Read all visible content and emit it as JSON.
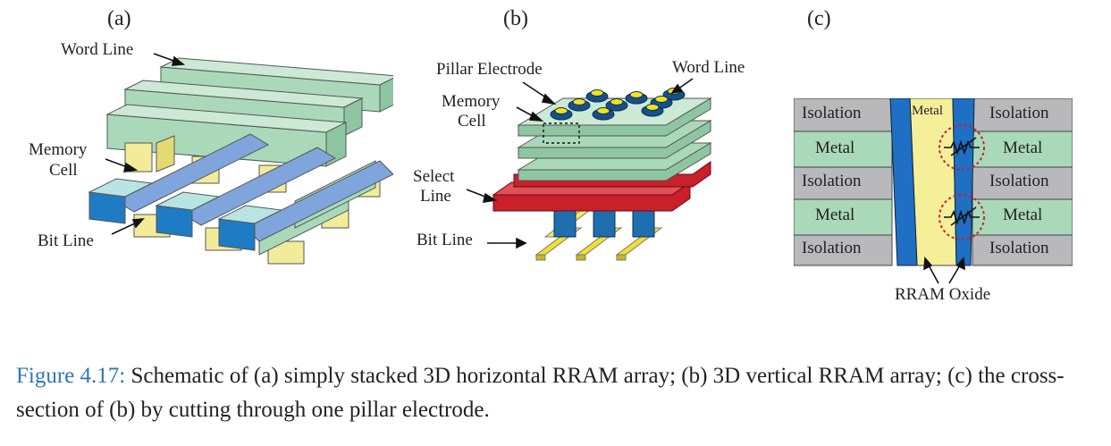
{
  "panels": {
    "a": {
      "label": "(a)",
      "word_line": "Word Line",
      "memory_cell_1": "Memory",
      "memory_cell_2": "Cell",
      "bit_line": "Bit Line"
    },
    "b": {
      "label": "(b)",
      "pillar_electrode": "Pillar Electrode",
      "word_line": "Word Line",
      "memory_cell_1": "Memory",
      "memory_cell_2": "Cell",
      "select_line_1": "Select",
      "select_line_2": "Line",
      "bit_line": "Bit Line"
    },
    "c": {
      "label": "(c)",
      "left_col": [
        "Isolation",
        "Metal",
        "Isolation",
        "Metal",
        "Isolation"
      ],
      "right_col": [
        "Isolation",
        "Metal",
        "Isolation",
        "Metal",
        "Isolation"
      ],
      "center_metal": "Metal",
      "rram_oxide": "RRAM Oxide"
    }
  },
  "caption": {
    "figure_number": "Figure 4.17:",
    "text": " Schematic of (a) simply stacked 3D horizontal RRAM array; (b) 3D vertical RRAM array; (c) the cross-section of (b) by cutting through one pillar electrode."
  },
  "colors": {
    "green": "#a9d9b9",
    "yellow": "#f2ec9a",
    "blue": "#1f7cc4",
    "lightblue": "#7fa5dc",
    "red": "#c9202a",
    "darkblue": "#16508c",
    "gray": "#b9b9bb"
  }
}
